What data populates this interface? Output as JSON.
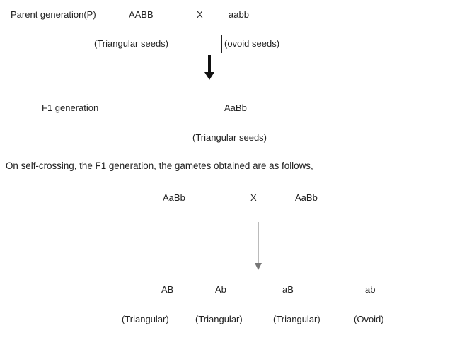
{
  "parent": {
    "label": "Parent generation(P)",
    "genotype1": "AABB",
    "cross": "X",
    "genotype2": "aabb",
    "phenotype1": "(Triangular seeds)",
    "phenotype2": "(ovoid seeds)"
  },
  "f1": {
    "label": "F1 generation",
    "genotype": "AaBb",
    "phenotype": "(Triangular seeds)"
  },
  "self_cross": {
    "sentence": "On self-crossing, the F1 generation, the gametes obtained are as follows,",
    "genotype1": "AaBb",
    "cross": "X",
    "genotype2": "AaBb"
  },
  "gametes": [
    {
      "genotype": "AB",
      "phenotype": "(Triangular)"
    },
    {
      "genotype": "Ab",
      "phenotype": "(Triangular)"
    },
    {
      "genotype": "aB",
      "phenotype": "(Triangular)"
    },
    {
      "genotype": "ab",
      "phenotype": "(Ovoid)"
    }
  ]
}
